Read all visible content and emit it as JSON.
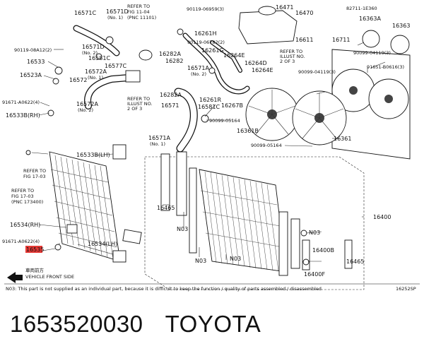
{
  "labels": {
    "p16571C": "16571C",
    "p16571D": "16571D",
    "p16571Dn": "(No. 1)",
    "refer1a": "REFER TO",
    "refer1b": "FIG 11-04",
    "refer1c": "(PNC 11101)",
    "p90119_06959": "90119-06959(3)",
    "p16471": "16471",
    "p16470": "16470",
    "p82711": "82711-1E360",
    "p16363A": "16363A",
    "p16363": "16363",
    "p90119_08A12": "90119-08A12(2)",
    "p16571Dx": "16571D",
    "p16571Dxn": "(No. 2)",
    "p16533": "16533",
    "p16581C": "16581C",
    "p16282A": "16282A",
    "p16282": "16282",
    "p16261H": "16261H",
    "p90119_06782": "90119-06782(2)",
    "p16261G": "16261G",
    "p16264E": "16264E",
    "p16611": "16611",
    "p16711": "16711",
    "p90099_04119a": "90099-04119(3)",
    "p16523A": "16523A",
    "p16577C": "16577C",
    "p16572A": "16572A",
    "p16572An": "(No. 1)",
    "p16572": "16572",
    "p16571Ab": "16571A",
    "p16571Abn": "(No. 2)",
    "refer2a": "REFER TO",
    "refer2b": "ILLUST NO.",
    "refer2c": "2 OF 3",
    "p16264D": "16264D",
    "p16264E2": "16264E",
    "p90099_04119b": "90099-04119(3)",
    "p91651": "91651-B0616(3)",
    "p91671a": "91671-A0622(4)",
    "p16572Ab": "16572A",
    "p16572Abn": "(No. 2)",
    "refer3a": "REFER TO",
    "refer3b": "ILLUST NO.",
    "refer3c": "2 OF 3",
    "p16282Ab": "16282A",
    "p16261R": "16261R",
    "p16581Cb": "16581C",
    "p16267B": "16267B",
    "p16533B": "16533B(RH)",
    "p16571": "16571",
    "p90099_05164a": "90099-05164",
    "p16361B": "16361B",
    "p16361": "16361",
    "p16571A": "16571A",
    "p16571An": "(No. 1)",
    "p90099_05164b": "90099-05164",
    "p16533BLH": "16533B(LH)",
    "refer4a": "REFER TO",
    "refer4b": "FIG 17-03",
    "refer5a": "REFER TO",
    "refer5b": "FIG 17-03",
    "refer5c": "(PNC 173400)",
    "p16465a": "16465",
    "p16400": "16400",
    "p16534RH": "16534(RH)",
    "pN03a": "N03",
    "pN03b": "N03",
    "pN03c": "N03",
    "p91671b": "91671-A0622(4)",
    "p16535": "16535",
    "p16534LH": "16534(LH)",
    "p16400B": "16400B",
    "p16465b": "16465",
    "p16400F": "16400F",
    "front1": "車両前方",
    "front2": "VEHICLE FRONT SIDE",
    "note": "N03: This part is not supplied as an individual part, because it is difficult to keep the function / quality of parts assembled / disassembled",
    "code": "16252SP"
  },
  "caption": {
    "part_number": "1653520030",
    "brand": "TOYOTA"
  }
}
